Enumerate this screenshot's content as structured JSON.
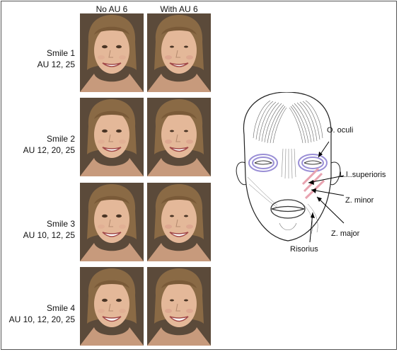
{
  "columns": [
    "No AU 6",
    "With AU 6"
  ],
  "rows": [
    {
      "name": "Smile 1",
      "aus": "AU 12, 25"
    },
    {
      "name": "Smile 2",
      "aus": "AU 12, 20, 25"
    },
    {
      "name": "Smile 3",
      "aus": "AU 10, 12, 25"
    },
    {
      "name": "Smile 4",
      "aus": "AU 10, 12, 20, 25"
    }
  ],
  "muscles": {
    "o_oculi": "O. oculi",
    "lls": "L.l..superioris",
    "z_minor": "Z. minor",
    "z_major": "Z. major",
    "risorius": "Risorius"
  },
  "colors": {
    "photo_bg": "#5b4a3a",
    "muscle_blue": "#9a8fd6",
    "muscle_pink": "#e8a3b0"
  }
}
